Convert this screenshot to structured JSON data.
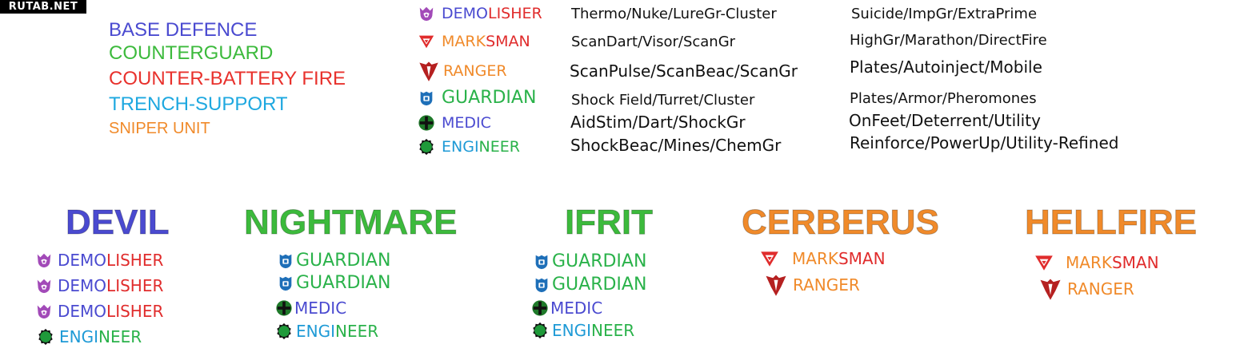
{
  "watermark": "RUTAB.NET",
  "legend": {
    "base_defence": {
      "label": "BASE DEFENCE",
      "color": "#4a4ad0"
    },
    "counterguard": {
      "label": "COUNTERGUARD",
      "color": "#3cba3c"
    },
    "counter_battery": {
      "label": "COUNTER-BATTERY FIRE",
      "color": "#e8312c"
    },
    "trench_support": {
      "label": "TRENCH-SUPPORT",
      "color": "#1ea8e0"
    },
    "sniper_unit": {
      "label": "SNIPER UNIT",
      "color": "#f08a2a"
    }
  },
  "classes": [
    {
      "name_a": "DEMO",
      "name_b": "LISHER",
      "icon": "demolisher-icon",
      "loadout_1": "Thermo/Nuke/LureGr-Cluster",
      "loadout_2": "Suicide/ImpGr/ExtraPrime"
    },
    {
      "name_a": "MARK",
      "name_b": "SMAN",
      "icon": "marksman-icon",
      "loadout_1": "ScanDart/Visor/ScanGr",
      "loadout_2": "HighGr/Marathon/DirectFire"
    },
    {
      "name_a": "RANGER",
      "name_b": "",
      "icon": "ranger-icon",
      "loadout_1": "ScanPulse/ScanBeac/ScanGr",
      "loadout_2": "Plates/Autoinject/Mobile"
    },
    {
      "name_a": "GUARDIAN",
      "name_b": "",
      "icon": "guardian-icon",
      "loadout_1": "Shock Field/Turret/Cluster",
      "loadout_2": "Plates/Armor/Pheromones"
    },
    {
      "name_a": "MEDIC",
      "name_b": "",
      "icon": "medic-icon",
      "loadout_1": "AidStim/Dart/ShockGr",
      "loadout_2": "OnFeet/Deterrent/Utility"
    },
    {
      "name_a": "ENGI",
      "name_b": "NEER",
      "icon": "engineer-icon",
      "loadout_1": "ShockBeac/Mines/ChemGr",
      "loadout_2": "Reinforce/PowerUp/Utility-Refined"
    }
  ],
  "teams": {
    "devil": {
      "name": "DEVIL",
      "color": "#4a4ad0",
      "members": [
        {
          "a": "DEMO",
          "b": "LISHER"
        },
        {
          "a": "DEMO",
          "b": "LISHER"
        },
        {
          "a": "DEMO",
          "b": "LISHER"
        },
        {
          "a": "ENGI",
          "b": "NEER"
        }
      ]
    },
    "nightmare": {
      "name": "NIGHTMARE",
      "color": "#3cba3c",
      "members": [
        {
          "a": "GUARDIAN"
        },
        {
          "a": "GUARDIAN"
        },
        {
          "a": "MEDIC"
        },
        {
          "a": "ENGI",
          "b": "NEER"
        }
      ]
    },
    "ifrit": {
      "name": "IFRIT",
      "color": "#3cba3c",
      "members": [
        {
          "a": "GUARDIAN"
        },
        {
          "a": "GUARDIAN"
        },
        {
          "a": "MEDIC"
        },
        {
          "a": "ENGI",
          "b": "NEER"
        }
      ]
    },
    "cerberus": {
      "name": "CERBERUS",
      "color": "#f08a2a",
      "members": [
        {
          "a": "MARK",
          "b": "SMAN"
        },
        {
          "a": "RANGER"
        }
      ]
    },
    "hellfire": {
      "name": "HELLFIRE",
      "color": "#f08a2a",
      "members": [
        {
          "a": "MARK",
          "b": "SMAN"
        },
        {
          "a": "RANGER"
        }
      ]
    }
  }
}
